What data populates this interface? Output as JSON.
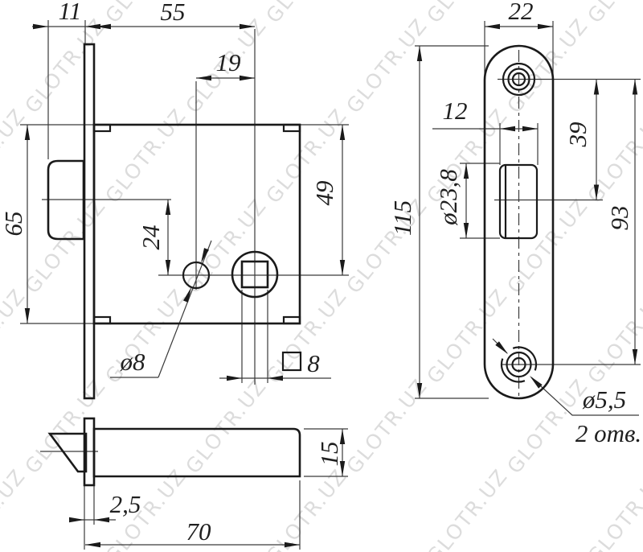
{
  "watermark": {
    "text": "GLOTR.UZ"
  },
  "views": {
    "lock_body_front": {
      "dims": {
        "protrusion": "11",
        "backset": "55",
        "hole_to_spindle": "19",
        "body_height": "65",
        "latch_axis_to_hole": "24",
        "top_to_spindle_axis": "49",
        "hole_diameter": "ø8",
        "spindle_square_size": "8"
      }
    },
    "faceplate_front": {
      "dims": {
        "plate_width": "22",
        "latch_width": "12",
        "screw_to_latch_axis": "39",
        "plate_height": "115",
        "latch_opening_diameter": "ø23,8",
        "screw_spacing": "93",
        "screw_hole_diameter": "ø5,5",
        "screw_hole_count": "2 отв."
      }
    },
    "latch_side": {
      "dims": {
        "plate_thickness": "2,5",
        "total_depth": "70",
        "latch_height": "15"
      }
    }
  },
  "colors": {
    "line": "#1a1a1a",
    "thin_line": "#3a3a3a",
    "background": "#ffffff"
  }
}
